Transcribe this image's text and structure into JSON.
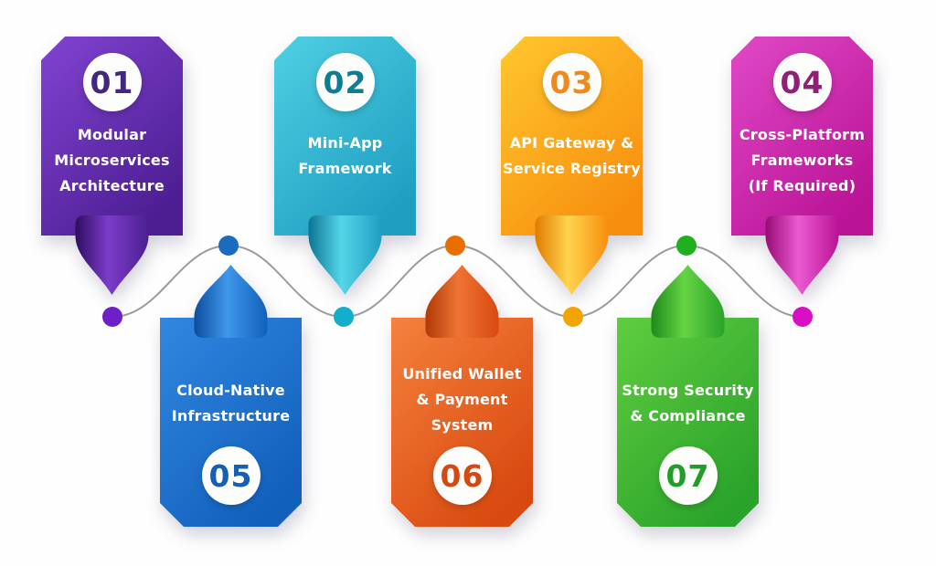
{
  "figure": {
    "background": "#fefefe",
    "line_color": "#9b9b9b",
    "text_color": "#ffffff"
  },
  "banners": [
    {
      "number": "01",
      "lines": [
        "Modular",
        "Microservices",
        "Architecture"
      ],
      "position": "top",
      "colors": {
        "light": "#8243d2",
        "dark": "#4c1e92",
        "number": "#43267f",
        "dot": "#6d1fc8",
        "pin_dark": "#2f0e61",
        "pin_light": "#7b3cc9"
      }
    },
    {
      "number": "02",
      "lines": [
        "Mini-App",
        "Framework"
      ],
      "position": "top",
      "colors": {
        "light": "#4fd0e2",
        "dark": "#1f9ec2",
        "number": "#0e7d93",
        "dot": "#14aecd",
        "pin_dark": "#0c7494",
        "pin_light": "#55d6e8"
      }
    },
    {
      "number": "03",
      "lines": [
        "API Gateway &",
        "Service Registry"
      ],
      "position": "top",
      "colors": {
        "light": "#ffc72f",
        "dark": "#f78f0e",
        "number": "#f0891d",
        "dot": "#f4a400",
        "pin_dark": "#df7c00",
        "pin_light": "#ffd44e"
      }
    },
    {
      "number": "04",
      "lines": [
        "Cross-Platform",
        "Frameworks",
        "(If Required)"
      ],
      "position": "top",
      "colors": {
        "light": "#e04ac6",
        "dark": "#ba1396",
        "number": "#8e2077",
        "dot": "#d90fc5",
        "pin_dark": "#970b76",
        "pin_light": "#ea5ad0"
      }
    },
    {
      "number": "05",
      "lines": [
        "Cloud-Native",
        "Infrastructure"
      ],
      "position": "bottom",
      "colors": {
        "light": "#3187e0",
        "dark": "#1160bb",
        "number": "#1560b2",
        "dot": "#1b6cbe",
        "pin_dark": "#0b4c9e",
        "pin_light": "#4097ea"
      }
    },
    {
      "number": "06",
      "lines": [
        "Unified Wallet",
        "& Payment",
        "System"
      ],
      "position": "bottom",
      "colors": {
        "light": "#f5813d",
        "dark": "#d8490f",
        "number": "#d24912",
        "dot": "#e86e00",
        "pin_dark": "#b03a06",
        "pin_light": "#ef7434"
      }
    },
    {
      "number": "07",
      "lines": [
        "Strong Security",
        "& Compliance"
      ],
      "position": "bottom",
      "colors": {
        "light": "#5fcd3f",
        "dark": "#2aa32b",
        "number": "#1f9e28",
        "dot": "#1faf1f",
        "pin_dark": "#1d8a1d",
        "pin_light": "#65d443"
      }
    }
  ]
}
